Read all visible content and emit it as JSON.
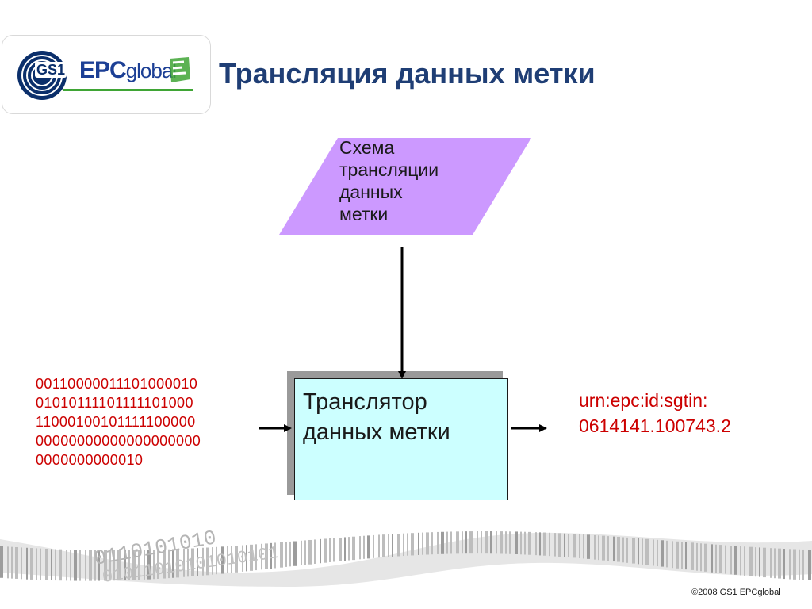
{
  "logo": {
    "gs1": "GS1",
    "epc_main": "EPC",
    "epc_rest": "global",
    "mark": "EPC"
  },
  "title": "Трансляция данных метки",
  "diagram": {
    "scheme": {
      "lines": [
        "Схема",
        "трансляции",
        "данных",
        "метки"
      ],
      "fill": "#cc99ff"
    },
    "translator": {
      "lines": [
        "Транслятор",
        "данных метки"
      ],
      "fill": "#ccffff"
    },
    "input_bits": [
      "00110000011101000010",
      "01010111101111101000",
      "11000100101111100000",
      "00000000000000000000",
      "0000000000010"
    ],
    "output_urn": [
      "urn:epc:id:sgtin:",
      "0614141.100743.2"
    ],
    "accent_text_color": "#cc0000"
  },
  "banner": {
    "digits_left": "0110101010",
    "digits_lower": "01011010101010101"
  },
  "footer": {
    "copyright": "©2008 GS1 EPCglobal"
  }
}
